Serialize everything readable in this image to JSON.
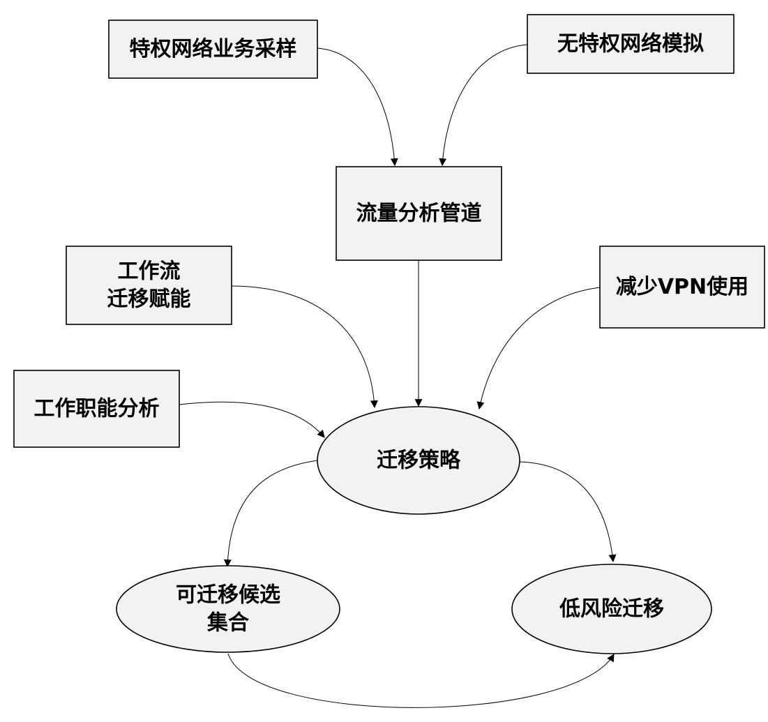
{
  "nodes": {
    "privileged_sampling": {
      "lines": [
        "特权网络业务采样"
      ]
    },
    "non_privileged_sim": {
      "lines": [
        "无特权网络模拟"
      ]
    },
    "traffic_pipeline": {
      "lines": [
        "流量分析管道"
      ]
    },
    "workflow_enable": {
      "lines": [
        "工作流",
        "迁移赋能"
      ]
    },
    "reduce_vpn": {
      "lines": [
        "减少VPN使用"
      ]
    },
    "job_function": {
      "lines": [
        "工作职能分析"
      ]
    },
    "migration_strategy": {
      "lines": [
        "迁移策略"
      ]
    },
    "candidate_set": {
      "lines": [
        "可迁移候选",
        "集合"
      ]
    },
    "low_risk": {
      "lines": [
        "低风险迁移"
      ]
    }
  },
  "edges": [
    {
      "from": "privileged_sampling",
      "to": "traffic_pipeline"
    },
    {
      "from": "non_privileged_sim",
      "to": "traffic_pipeline"
    },
    {
      "from": "traffic_pipeline",
      "to": "migration_strategy"
    },
    {
      "from": "workflow_enable",
      "to": "migration_strategy"
    },
    {
      "from": "reduce_vpn",
      "to": "migration_strategy"
    },
    {
      "from": "job_function",
      "to": "migration_strategy"
    },
    {
      "from": "migration_strategy",
      "to": "candidate_set"
    },
    {
      "from": "migration_strategy",
      "to": "low_risk"
    },
    {
      "from": "candidate_set",
      "to": "low_risk"
    }
  ]
}
